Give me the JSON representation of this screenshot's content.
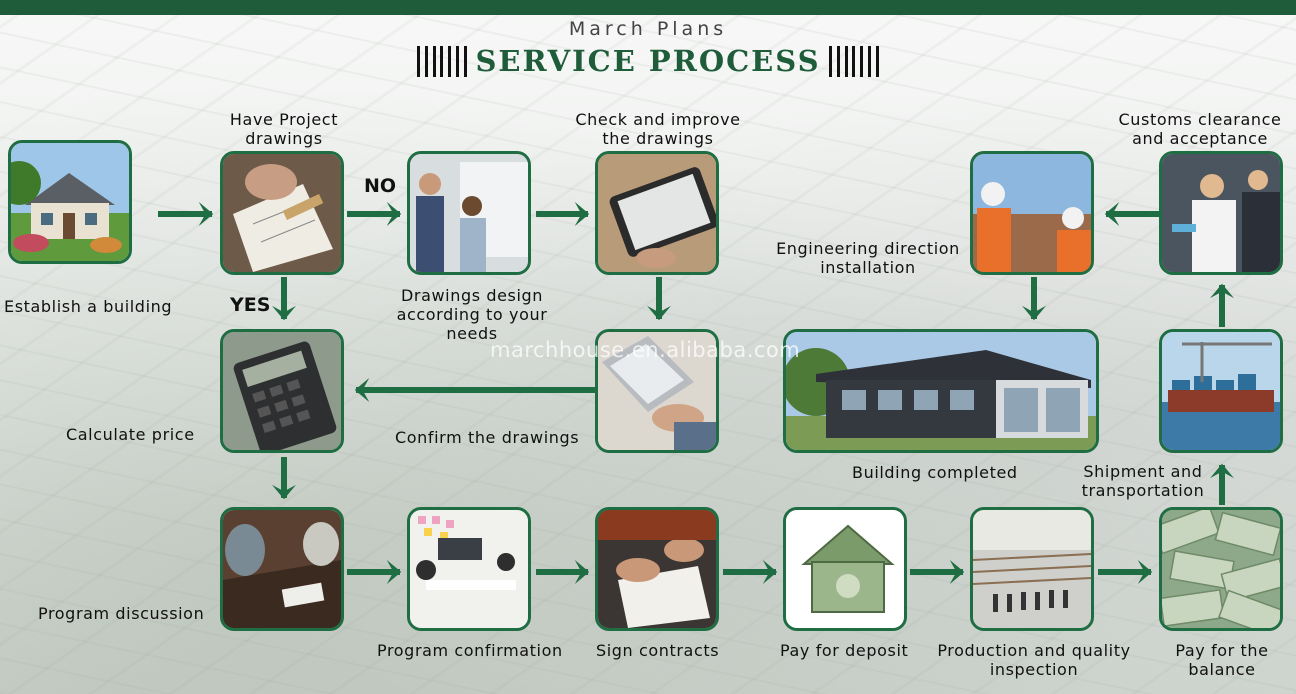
{
  "header": {
    "subtitle": "March Plans",
    "title": "SERVICE PROCESS"
  },
  "watermark": "marchhouse.en.alibaba.com",
  "branch_labels": {
    "no": "NO",
    "yes": "YES"
  },
  "steps": {
    "establish": "Establish a building",
    "have_drawings": "Have Project drawings",
    "design": "Drawings design according to your needs",
    "check": "Check and improve the drawings",
    "calculate": "Calculate price",
    "confirm": "Confirm the drawings",
    "discussion": "Program discussion",
    "program_confirm": "Program confirmation",
    "sign": "Sign contracts",
    "deposit": "Pay for deposit",
    "production": "Production and quality inspection",
    "balance": "Pay for the balance",
    "shipment": "Shipment and transportation",
    "customs": "Customs clearance and acceptance",
    "engineering": "Engineering direction installation",
    "completed": "Building completed"
  },
  "colors": {
    "brand_green": "#1f5c3a",
    "arrow_green": "#1f6e43",
    "box_border": "#1f6e43"
  }
}
